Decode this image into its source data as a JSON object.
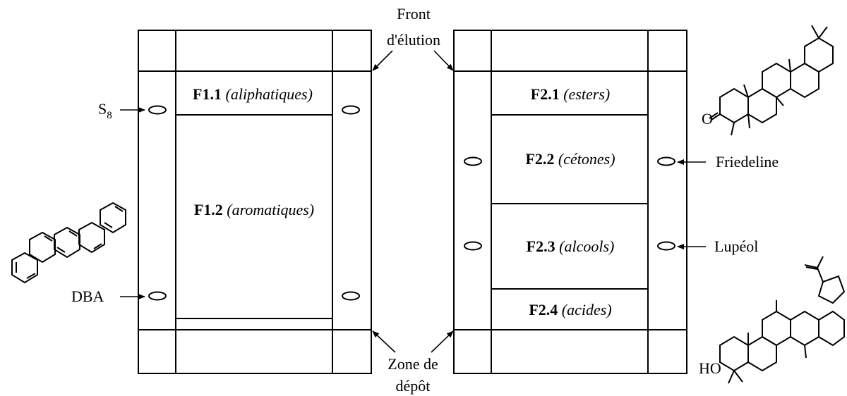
{
  "labels": {
    "front_line1": "Front",
    "front_line2": "d'élution",
    "zone_line1": "Zone de",
    "zone_line2": "dépôt",
    "s8_main": "S",
    "s8_sub": "8",
    "dba": "DBA",
    "friedeline": "Friedeline",
    "lupeol": "Lupéol"
  },
  "plate1": {
    "fractions": [
      {
        "code": "F1.1",
        "name": "(aliphatiques)"
      },
      {
        "code": "F1.2",
        "name": "(aromatiques)"
      }
    ]
  },
  "plate2": {
    "fractions": [
      {
        "code": "F2.1",
        "name": "(esters)"
      },
      {
        "code": "F2.2",
        "name": "(cétones)"
      },
      {
        "code": "F2.3",
        "name": "(alcools)"
      },
      {
        "code": "F2.4",
        "name": "(acides)"
      }
    ]
  },
  "structures": {
    "friedeline_oxygen": "O",
    "lupeol_hydroxyl": "HO"
  }
}
